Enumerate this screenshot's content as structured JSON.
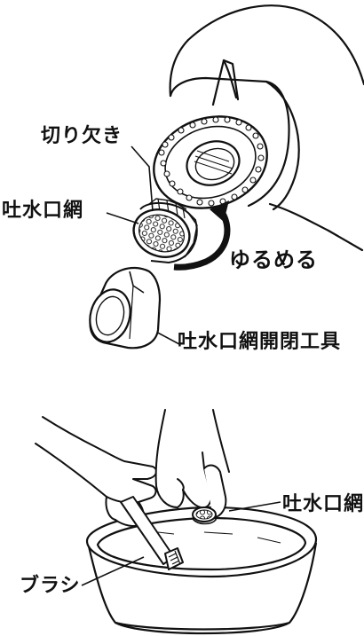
{
  "labels": {
    "notch": "切り欠き",
    "aerator_net_top": "吐水口網",
    "loosen": "ゆるめる",
    "tool": "吐水口網開閉工具",
    "aerator_net_bottom": "吐水口網",
    "brush": "ブラシ"
  },
  "colors": {
    "ink": "#111111",
    "background": "#ffffff"
  }
}
